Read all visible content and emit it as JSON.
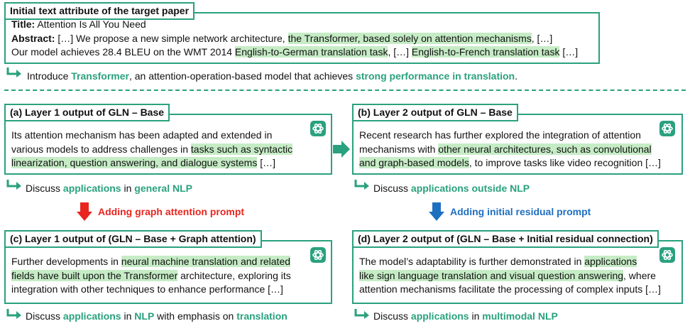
{
  "top": {
    "header": "Initial text attribute of the target paper",
    "title_label": "Title:",
    "title_value": " Attention Is All You Need",
    "abstract_label": "Abstract:",
    "abs1_a": " […] We propose a new simple network architecture, ",
    "abs1_hl": "the Transformer, based solely on attention mechanisms",
    "abs1_b": ", […]",
    "abs2_a": "Our model achieves 28.4 BLEU on the WMT 2014 ",
    "abs2_hl1": "English-to-German translation task",
    "abs2_b": ", […] ",
    "abs2_hl2": "English-to-French translation task",
    "abs2_c": " […]",
    "summary_a": "Introduce ",
    "summary_g1": "Transformer",
    "summary_b": ", an attention-operation-based model that achieves ",
    "summary_g2": "strong performance in translation",
    "summary_c": "."
  },
  "panel_a": {
    "header": "(a) Layer 1 output of GLN – Base",
    "l1": "Its attention mechanism has been adapted and extended in",
    "l2_a": "various models to address challenges in ",
    "l2_hl": "tasks such as syntactic",
    "l3_hl": "linearization, question answering, and dialogue systems",
    "l3_b": " […]",
    "summary_a": "Discuss ",
    "summary_g1": "applications",
    "summary_b": " in ",
    "summary_g2": "general NLP"
  },
  "panel_b": {
    "header": "(b) Layer 2 output of GLN – Base",
    "l1": "Recent research has further explored the integration of attention",
    "l2_a": "mechanisms with ",
    "l2_hl": "other neural architectures, such as convolutional",
    "l3_hl": "and graph-based models",
    "l3_b": ", to improve tasks like video recognition […]",
    "summary_a": "Discuss ",
    "summary_g1": "applications outside NLP"
  },
  "panel_c": {
    "header": "(c) Layer 1 output of (GLN – Base + Graph attention)",
    "l1_a": "Further developments in ",
    "l1_hl": "neural machine translation and related",
    "l2_hl": "fields have built upon the Transformer",
    "l2_b": " architecture, exploring its",
    "l3": "integration with other techniques to enhance performance […]",
    "summary_a": "Discuss ",
    "summary_g1": "applications",
    "summary_b": " in ",
    "summary_g2": "NLP",
    "summary_c": " with emphasis on ",
    "summary_g3": "translation"
  },
  "panel_d": {
    "header": "(d) Layer 2 output of (GLN – Base + Initial residual connection)",
    "l1_a": "The model’s adaptability is further demonstrated in ",
    "l1_hl": "applications",
    "l2_hl": "like sign language translation and visual question answering",
    "l2_b": ", where",
    "l3": "attention mechanisms facilitate the processing of complex inputs […]",
    "summary_a": "Discuss ",
    "summary_g1": "applications",
    "summary_b": " in ",
    "summary_g2": "multimodal NLP"
  },
  "prompts": {
    "graph_attention": "Adding graph attention prompt",
    "initial_residual": "Adding initial residual prompt"
  },
  "colors": {
    "accent_green": "#2aa17e",
    "highlight": "#c6ecc6",
    "prompt_red": "#e8251f",
    "prompt_blue": "#1f6fc0"
  },
  "icons": [
    "openai-logo-icon",
    "corner-arrow-icon",
    "down-arrow-icon",
    "right-arrow-icon"
  ]
}
